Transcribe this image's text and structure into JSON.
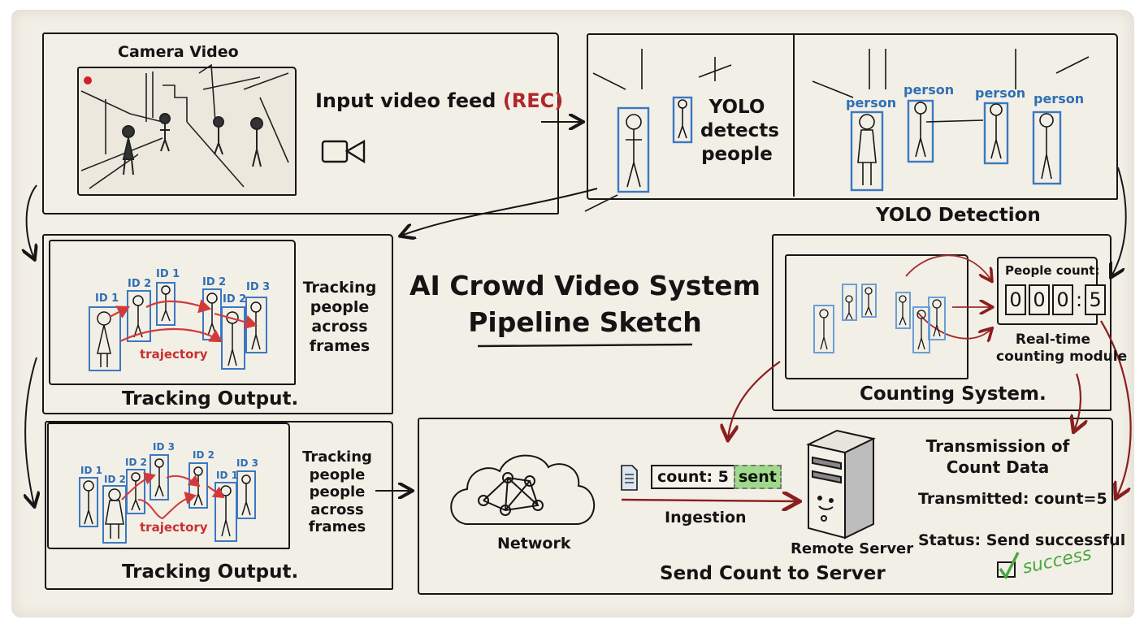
{
  "title": {
    "line1": "AI Crowd Video System",
    "line2": "Pipeline Sketch"
  },
  "colors": {
    "paper": "#f2efe6",
    "ink": "#161616",
    "detection_blue": "#2f6fb5",
    "trajectory_red": "#b3262b",
    "flow_arrow": "#8b1e1e",
    "success_green": "#4aa842",
    "sent_tag": "#9fd98a"
  },
  "camera_panel": {
    "heading": "Camera Video",
    "feed_label": "Input video feed",
    "rec_label": "(REC)",
    "icon": "video-camera-icon",
    "rec_icon": "record-dot-icon"
  },
  "yolo_panel": {
    "description": [
      "YOLO",
      "detects",
      "people"
    ],
    "person_labels": [
      "person",
      "person",
      "person",
      "person"
    ],
    "caption": "YOLO Detection"
  },
  "tracking_panel_1": {
    "id_labels": [
      "ID 1",
      "ID 2",
      "ID 1",
      "ID 2",
      "ID 2",
      "ID 3"
    ],
    "trajectory_label": "trajectory",
    "description": [
      "Tracking",
      "people",
      "across",
      "frames"
    ],
    "caption": "Tracking Output."
  },
  "tracking_panel_2": {
    "id_labels": [
      "ID 1",
      "ID 2",
      "ID 2",
      "ID 3",
      "ID 2",
      "ID 1",
      "ID 3"
    ],
    "trajectory_label": "trajectory",
    "description": [
      "Tracking",
      "people",
      "people",
      "across",
      "frames"
    ],
    "caption": "Tracking Output."
  },
  "counting_panel": {
    "counter_label": "People count:",
    "counter_digits": [
      "0",
      "0",
      "0",
      "5"
    ],
    "counter_separator": ":",
    "module_label": [
      "Real-time",
      "counting module"
    ],
    "caption": "Counting System."
  },
  "send_panel": {
    "network_label": "Network",
    "network_icon": "cloud-network-icon",
    "document_icon": "document-icon",
    "payload": "count: 5",
    "sent_tag": "sent",
    "ingestion_label": "Ingestion",
    "server_label": "Remote Server",
    "server_icon": "server-icon",
    "transmission_title": [
      "Transmission of",
      "Count Data"
    ],
    "transmitted": "Transmitted: count=5",
    "status": "Status: Send successful",
    "success_label": "success",
    "check_icon": "checkbox-check-icon",
    "caption": "Send Count to Server"
  }
}
